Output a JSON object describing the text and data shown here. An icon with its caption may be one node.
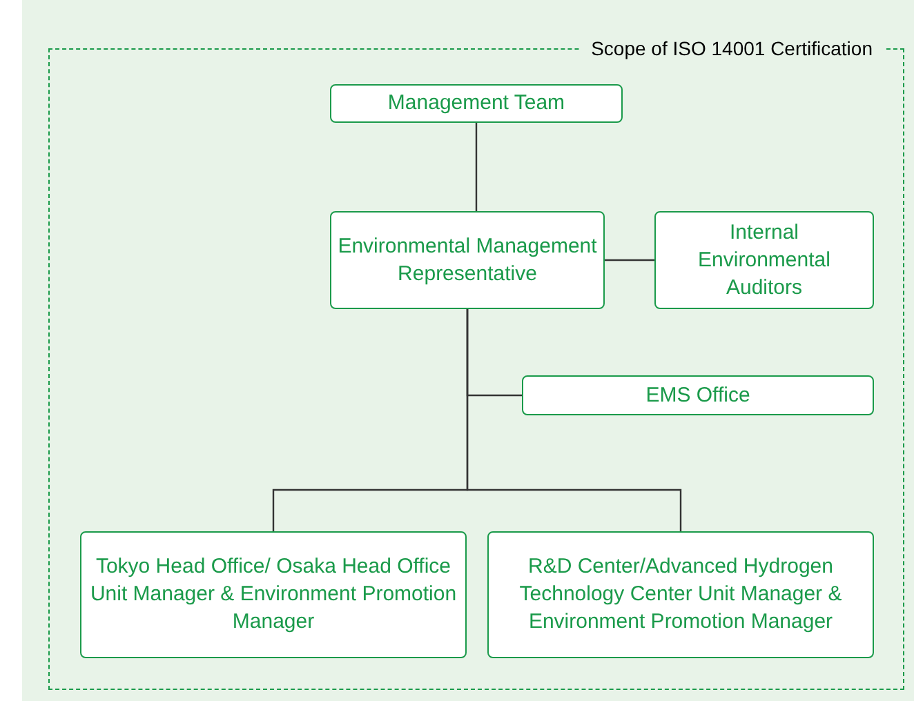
{
  "diagram": {
    "nodes": [
      {
        "text": [
          "Scope of ISO 14001 Certification"
        ]
      },
      {
        "text": [
          "Management Team"
        ],
        "in": 0
      },
      {
        "text": [
          "Environmental Management Representative"
        ],
        "in": 0
      },
      {
        "text": [
          "Internal Environmental Auditors"
        ],
        "in": 0
      },
      {
        "text": [
          "EMS Office"
        ],
        "in": 0
      },
      {
        "text": [
          "Tokyo Head Office/ Osaka Head Office Unit Manager & Environment Promotion Manager"
        ],
        "in": 0
      },
      {
        "text": [
          "R&D Center/Advanced Hydrogen Technology Center Unit Manager & Environment Promotion Manager"
        ],
        "in": 0
      }
    ],
    "edges": [
      {
        "from": 1,
        "to": 2,
        "arrow": "none"
      },
      {
        "from": 2,
        "to": 3,
        "arrow": "none"
      },
      {
        "from": 2,
        "to": 4,
        "arrow": "none"
      },
      {
        "from": 2,
        "to": 5,
        "arrow": "none"
      },
      {
        "from": 2,
        "to": 6,
        "arrow": "none"
      }
    ]
  }
}
